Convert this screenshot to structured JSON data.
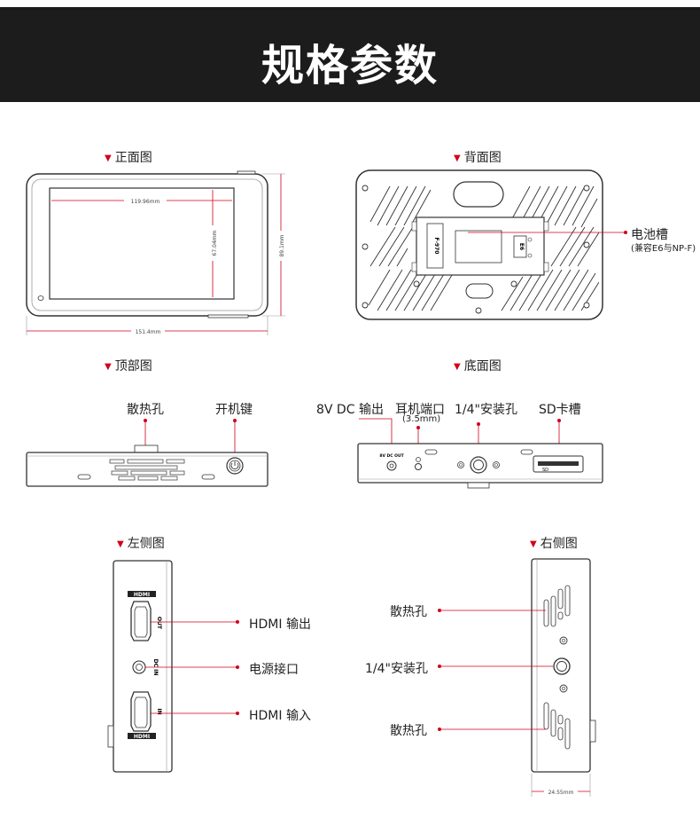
{
  "header": {
    "title": "规格参数"
  },
  "views": {
    "front": "正面图",
    "back": "背面图",
    "top": "顶部图",
    "bottom": "底面图",
    "left": "左侧图",
    "right": "右侧图"
  },
  "dimensions": {
    "screen_width": "119.96mm",
    "screen_height": "67.04mm",
    "body_width": "151.4mm",
    "body_height": "89.1mm",
    "depth": "24.55mm"
  },
  "back_callouts": {
    "battery_slot": "电池槽",
    "battery_compat": "(兼容E6与NP-F)",
    "plate_label_a": "F-970",
    "plate_label_b": "E6"
  },
  "top_callouts": {
    "vent": "散热孔",
    "power_key": "开机键"
  },
  "bottom_callouts": {
    "dc_out": "8V DC 输出",
    "earphone": "耳机端口",
    "earphone_size": "(3.5mm)",
    "mount": "1/4\"安装孔",
    "sd_slot": "SD卡槽",
    "dc_out_tag": "8V DC OUT",
    "sd_tag": "SD"
  },
  "left_callouts": {
    "hdmi_out": "HDMI 输出",
    "dc_in": "电源接口",
    "hdmi_in": "HDMI 输入",
    "hdmi_logo_top": "HDMI",
    "hdmi_logo_bottom": "HDMI",
    "out_tag": "OUT",
    "in_tag": "IN",
    "dc_tag": "DC IN"
  },
  "right_callouts": {
    "vent_top": "散热孔",
    "mount": "1/4\"安装孔",
    "vent_bottom": "散热孔"
  },
  "colors": {
    "accent": "#d0021b",
    "banner": "#1c1c1c",
    "line": "#333333"
  }
}
